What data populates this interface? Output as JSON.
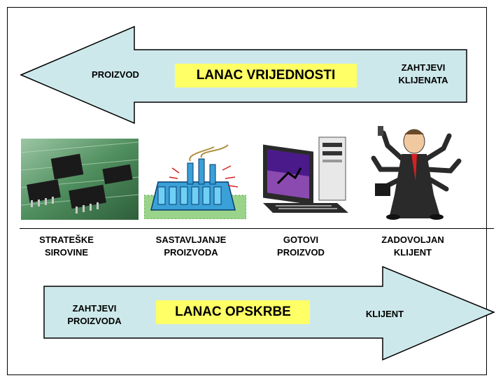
{
  "value_chain": {
    "title": "LANAC VRIJEDNOSTI",
    "left_label": "PROIZVOD",
    "right_label": "ZAHTJEVI\nKLIJENATA",
    "fill": "#cde8ea"
  },
  "supply_chain": {
    "title": "LANAC OPSKRBE",
    "left_label": "ZAHTJEVI\nPROIZVODA",
    "right_label": "KLIJENT",
    "fill": "#cde8ea"
  },
  "highlight_color": "#ffff66",
  "stages": [
    {
      "label": "STRATEŠKE\nSIROVINE",
      "icon": "circuit-board-icon"
    },
    {
      "label": "SASTAVLJANJE\nPROIZVODA",
      "icon": "factory-icon"
    },
    {
      "label": "GOTOVI\nPROIZVOD",
      "icon": "computer-icon"
    },
    {
      "label": "ZADOVOLJAN\nKLIJENT",
      "icon": "businessman-icon"
    }
  ]
}
